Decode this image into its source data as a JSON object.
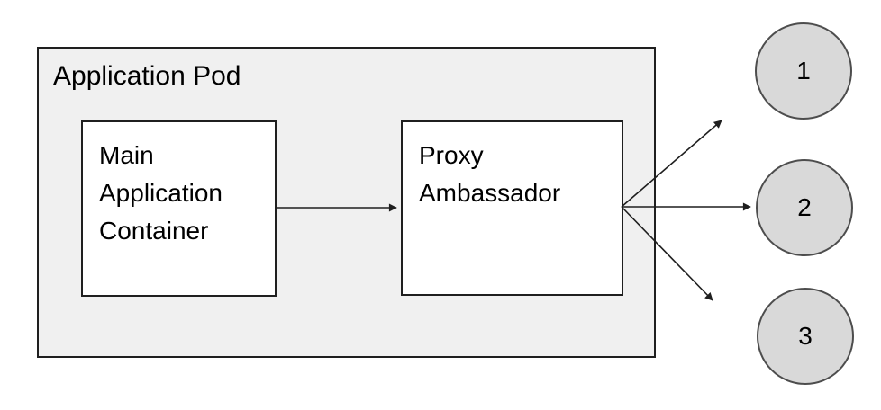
{
  "diagram": {
    "pod": {
      "label": "Application Pod",
      "nodes": [
        {
          "id": "main-application-container",
          "label": "Main\nApplication\nContainer"
        },
        {
          "id": "proxy-ambassador",
          "label": "Proxy\nAmbassador"
        }
      ]
    },
    "endpoints": [
      {
        "id": "endpoint-1",
        "label": "1"
      },
      {
        "id": "endpoint-2",
        "label": "2"
      },
      {
        "id": "endpoint-3",
        "label": "3"
      }
    ],
    "edges": [
      {
        "from": "main-application-container",
        "to": "proxy-ambassador"
      },
      {
        "from": "proxy-ambassador",
        "to": "endpoint-1"
      },
      {
        "from": "proxy-ambassador",
        "to": "endpoint-2"
      },
      {
        "from": "proxy-ambassador",
        "to": "endpoint-3"
      }
    ],
    "colors": {
      "pod_fill": "#f0f0f0",
      "node_fill": "#ffffff",
      "endpoint_fill": "#d9d9d9",
      "stroke": "#1f1f1f",
      "endpoint_stroke": "#4d4d4d",
      "text": "#000000"
    }
  }
}
